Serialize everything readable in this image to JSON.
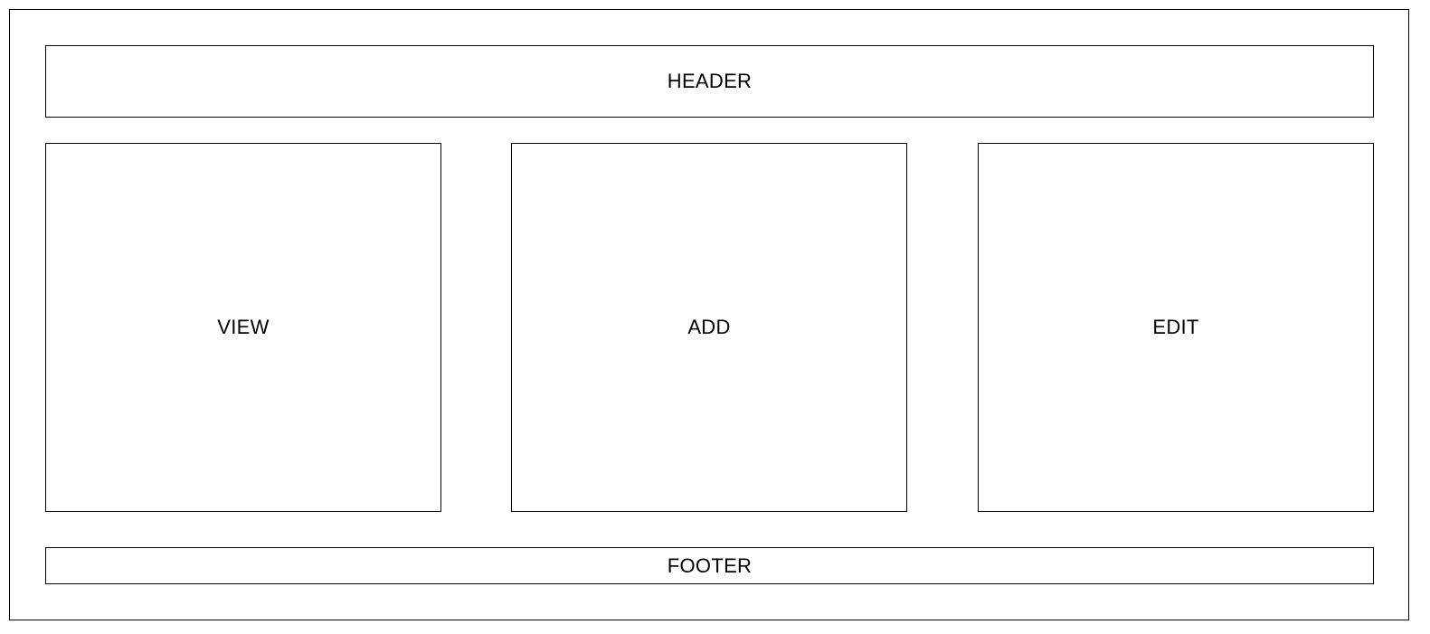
{
  "header": {
    "label": "HEADER"
  },
  "panels": [
    {
      "id": "view",
      "label": "VIEW"
    },
    {
      "id": "add",
      "label": "ADD"
    },
    {
      "id": "edit",
      "label": "EDIT"
    }
  ],
  "footer": {
    "label": "FOOTER"
  }
}
